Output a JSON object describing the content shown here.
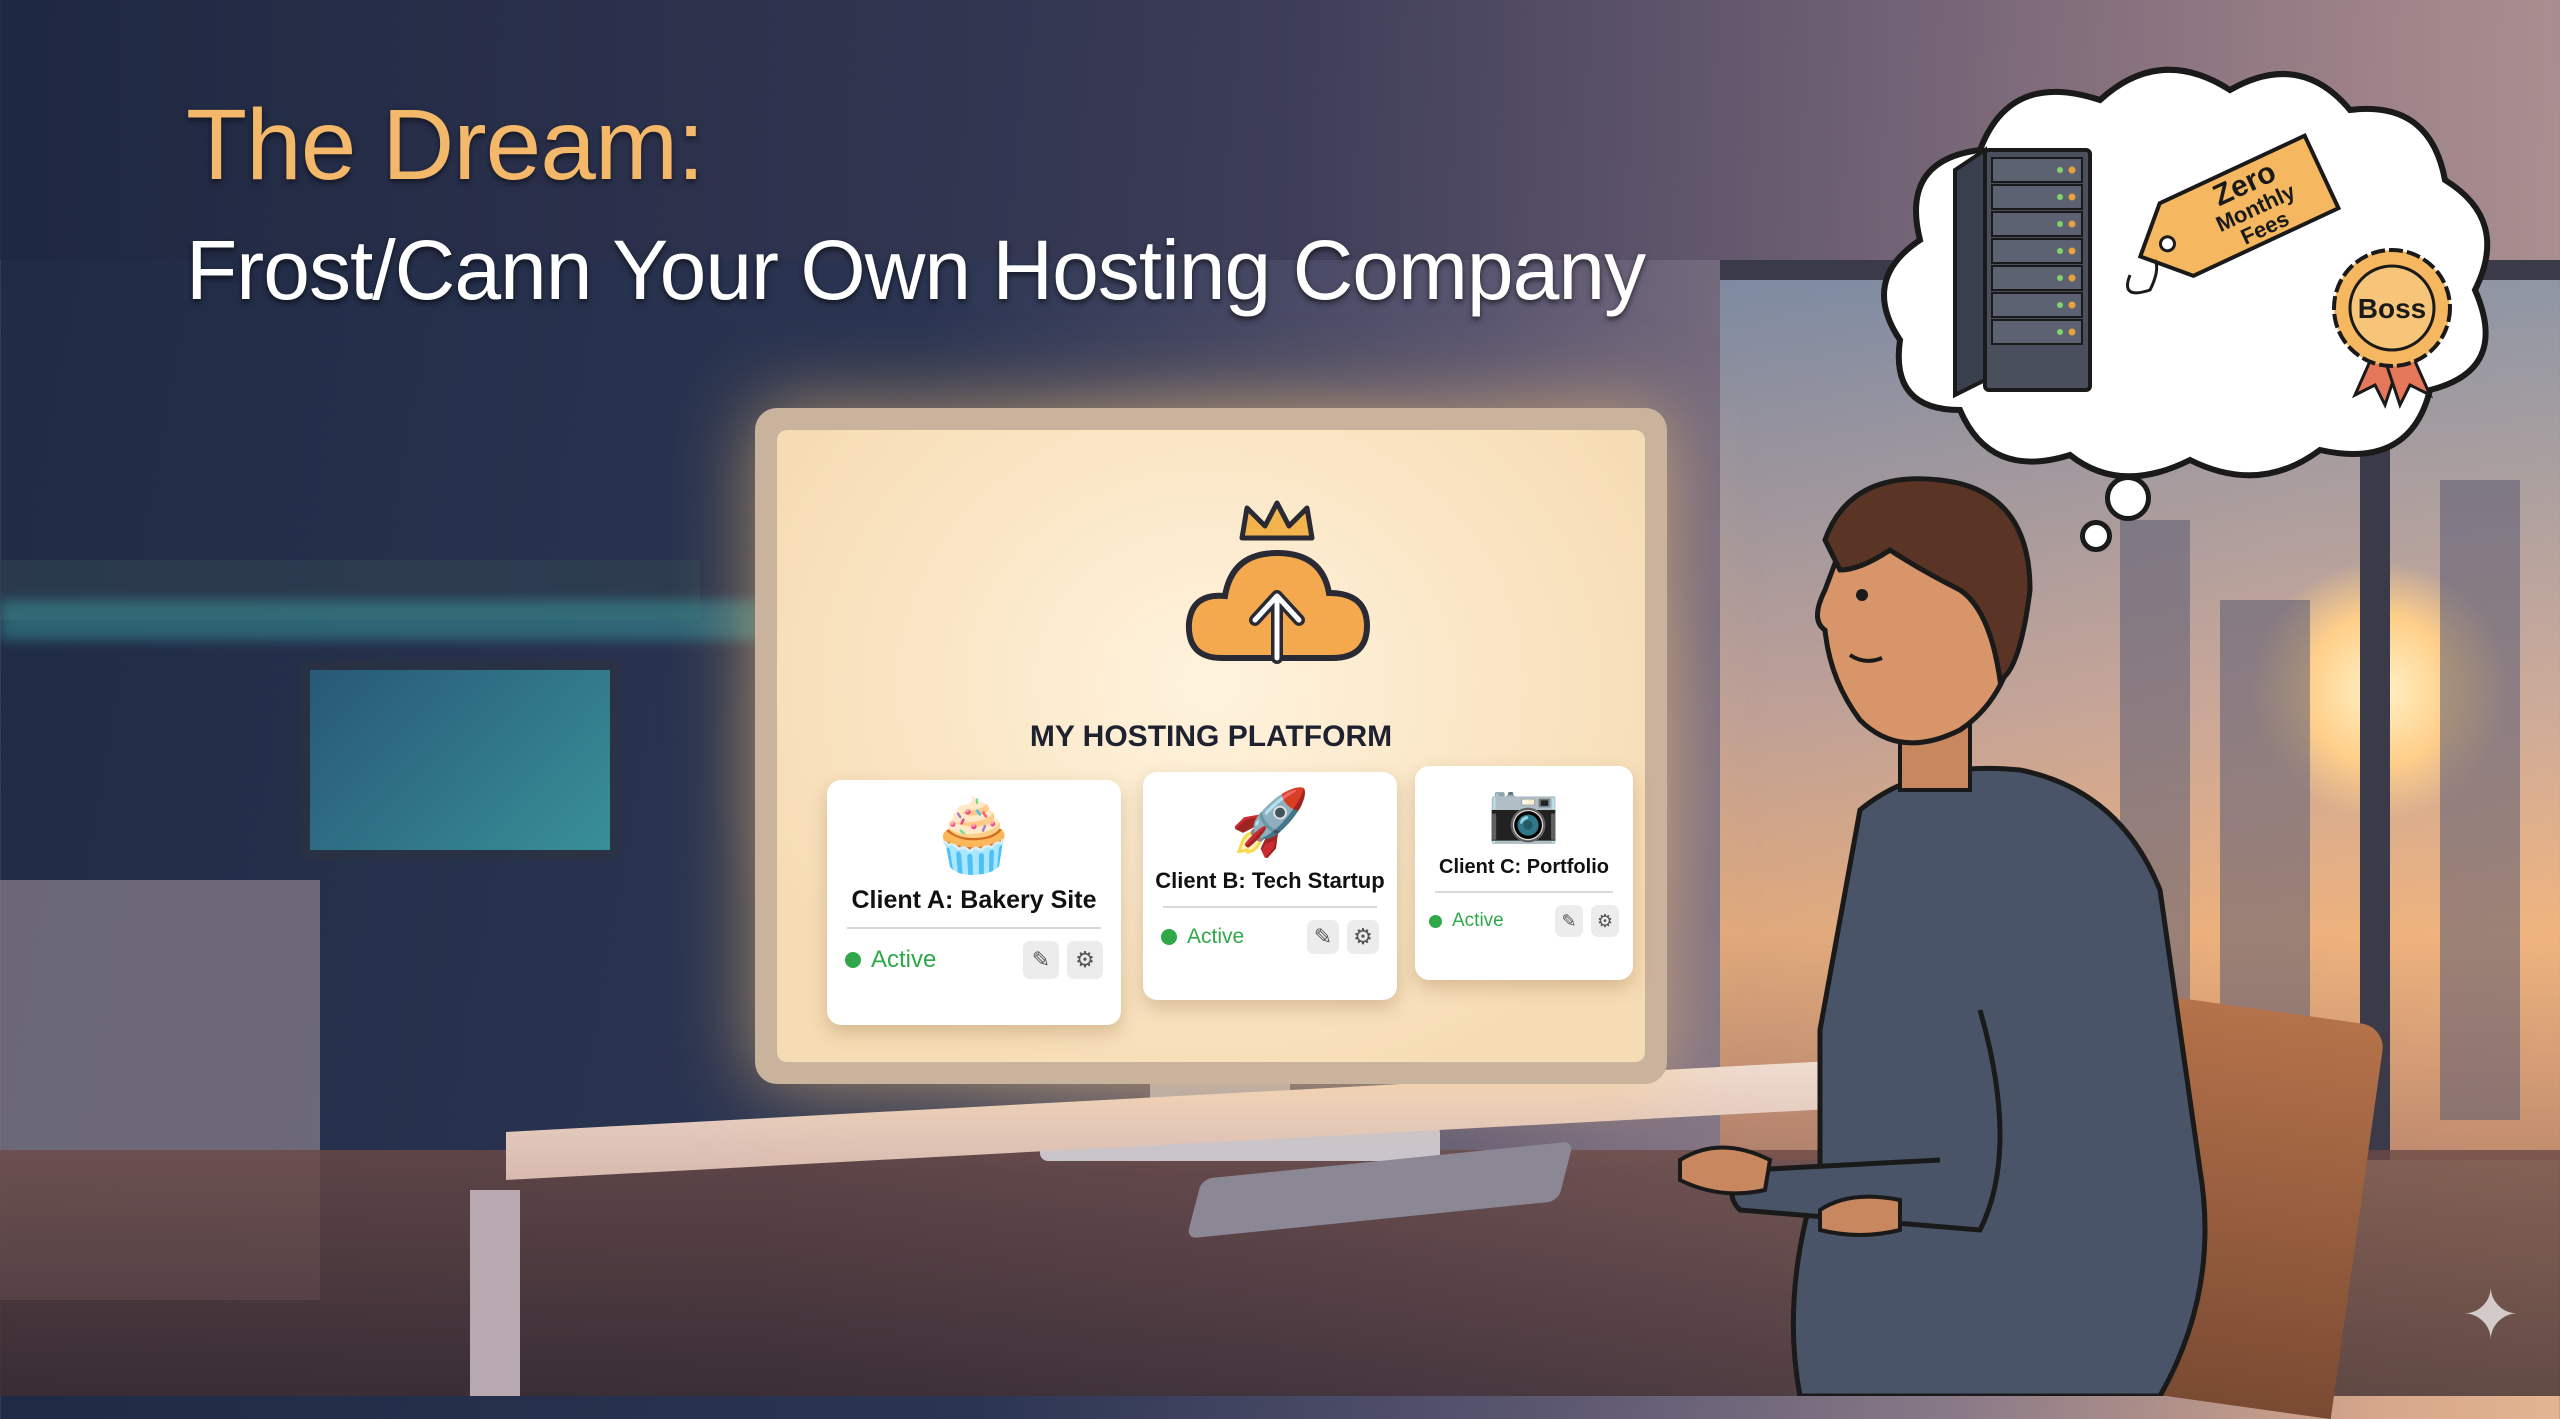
{
  "headline": {
    "title": "The Dream:",
    "subtitle": "Frost/Cann Your Own Hosting Company"
  },
  "monitor": {
    "platform_name": "MY HOSTING PLATFORM",
    "clients": [
      {
        "icon": "cupcake-icon",
        "name": "Client A: Bakery Site",
        "status": "Active"
      },
      {
        "icon": "rocket-icon",
        "name": "Client B: Tech Startup",
        "status": "Active"
      },
      {
        "icon": "camera-icon",
        "name": "Client C: Portfolio",
        "status": "Active"
      }
    ]
  },
  "thought_bubble": {
    "price_tag": [
      "Zero",
      "Monthly",
      "Fees"
    ],
    "badge": "Boss"
  },
  "colors": {
    "title_accent": "#f4b86a",
    "status_green": "#2fa84a",
    "badge_orange": "#f5b860"
  }
}
